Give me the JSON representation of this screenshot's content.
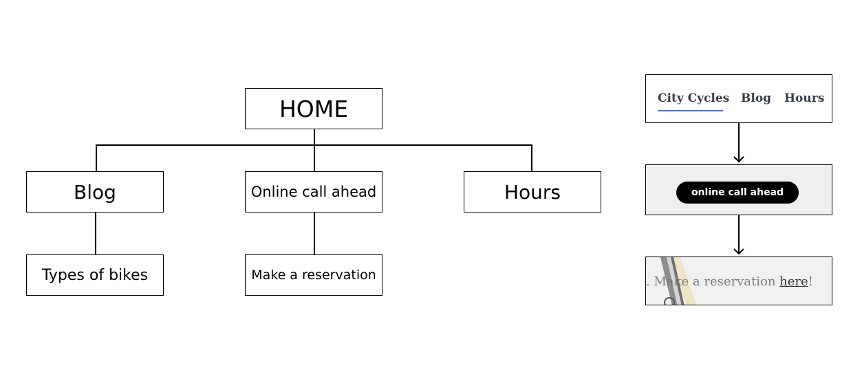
{
  "sitemap": {
    "home": "HOME",
    "blog": "Blog",
    "online_call_ahead": "Online call ahead",
    "hours": "Hours",
    "types_of_bikes": "Types of bikes",
    "make_reservation": "Make a reservation"
  },
  "screens": {
    "nav": {
      "items": [
        "City Cycles",
        "Blog",
        "Hours"
      ],
      "accent_color": "#4a6fc7"
    },
    "call_ahead": {
      "button_label": "online call ahead"
    },
    "reservation": {
      "text_before": ". Make a reservation ",
      "link_text": "here",
      "text_after": "!"
    }
  }
}
